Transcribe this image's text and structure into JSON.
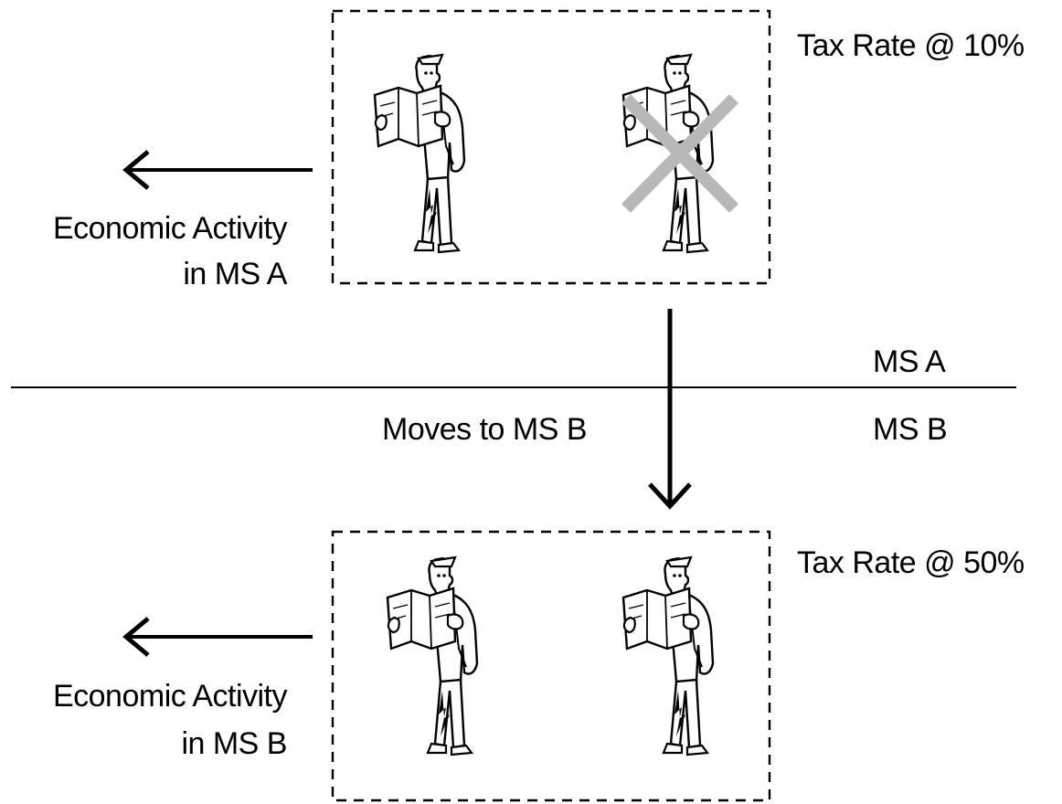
{
  "top_section": {
    "tax_rate_label": "Tax Rate @ 10%",
    "activity_label_line1": "Economic Activity",
    "activity_label_line2": "in MS A"
  },
  "bottom_section": {
    "tax_rate_label": "Tax Rate @ 50%",
    "activity_label_line1": "Economic Activity",
    "activity_label_line2": "in MS B"
  },
  "border": {
    "upper_region_label": "MS A",
    "lower_region_label": "MS B"
  },
  "move_label": "Moves to MS B",
  "colors": {
    "line": "#000000",
    "cross": "#b8b8b8",
    "background": "#ffffff"
  },
  "icons": {
    "person": "man-reading-newspaper-icon",
    "removed": "cross-out-icon"
  }
}
